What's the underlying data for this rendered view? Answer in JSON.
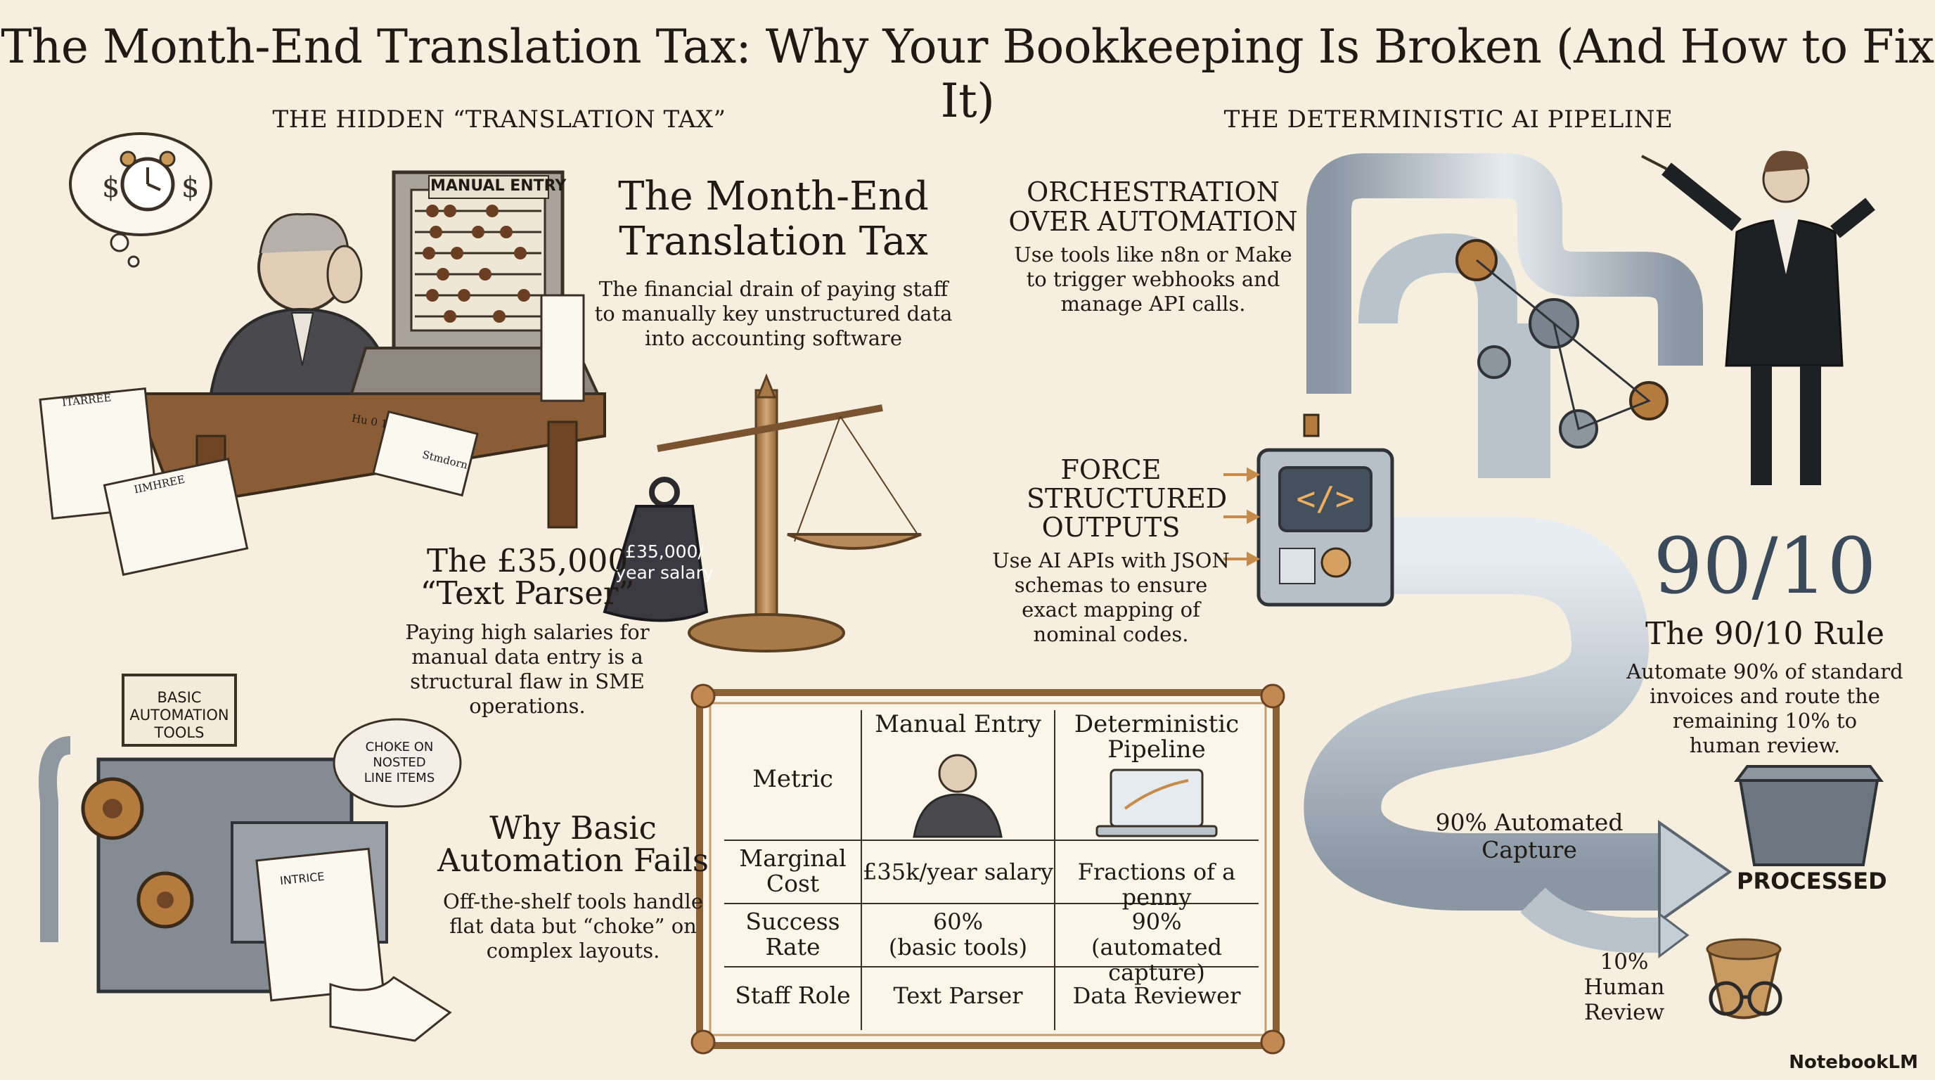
{
  "title": "The Month-End Translation Tax: Why Your Bookkeeping Is Broken (And How to Fix It)",
  "left_section": {
    "heading": "THE HIDDEN “TRANSLATION TAX”",
    "machine_label": "MANUAL ENTRY",
    "paper_labels": [
      "ITARREE",
      "IIMHREE",
      "Stmdorn",
      "Hu 0 1"
    ],
    "tax_title": "The Month-End\nTranslation Tax",
    "tax_body": "The financial drain of paying staff\nto manually key unstructured data\ninto accounting software",
    "weight_label": "£35,000/\nyear salary",
    "parser_title": "The £35,000\n“Text Parser”",
    "parser_body": "Paying high salaries for\nmanual data entry is a\nstructural flaw in SME\noperations.",
    "auto_sign": "BASIC\nAUTOMATION\nTOOLS",
    "choke_bubble": "CHOKE ON\nNOSTED\nLINE ITEMS",
    "invoice_label": "INTRICE",
    "fails_title": "Why Basic\nAutomation Fails",
    "fails_body": "Off-the-shelf tools handle\nflat data but “choke” on\ncomplex layouts."
  },
  "right_section": {
    "heading": "THE DETERMINISTIC AI PIPELINE",
    "orch_title": "ORCHESTRATION\nOVER AUTOMATION",
    "orch_body": "Use tools like n8n or Make\nto trigger webhooks and\nmanage API calls.",
    "force_title": "FORCE\nSTRUCTURED\nOUTPUTS",
    "force_body": "Use AI APIs with JSON\nschemas to ensure\nexact mapping of\nnominal codes.",
    "ratio": "90/10",
    "rule_title": "The 90/10 Rule",
    "rule_body": "Automate 90% of standard\ninvoices and route the\nremaining 10% to\nhuman review.",
    "capture_label": "90% Automated Capture",
    "processed_label": "PROCESSED",
    "human_label": "10%\nHuman\nReview"
  },
  "table": {
    "metric_header": "Metric",
    "col1_header": "Manual Entry",
    "col2_header": "Deterministic\nPipeline",
    "rows": [
      {
        "label": "Marginal\nCost",
        "manual": "£35k/year salary",
        "pipeline": "Fractions of a penny"
      },
      {
        "label": "Success\nRate",
        "manual": "60%\n(basic tools)",
        "pipeline": "90%\n(automated capture)"
      },
      {
        "label": "Staff Role",
        "manual": "Text Parser",
        "pipeline": "Data Reviewer"
      }
    ]
  },
  "brand": "NotebookLM",
  "icons": [
    "alarm-clock-icon",
    "dollar-icon",
    "abacus-icon",
    "scale-icon",
    "weight-icon",
    "gear-icon",
    "pipe-icon",
    "ai-box-icon",
    "conductor-icon",
    "bin-icon",
    "glasses-icon",
    "laptop-icon"
  ],
  "colors": {
    "background": "#f6efdf",
    "ink": "#1f1a14",
    "ratio": "#3a4a5a",
    "pipe": "#b9c3cc",
    "bronze": "#b88a5a"
  }
}
